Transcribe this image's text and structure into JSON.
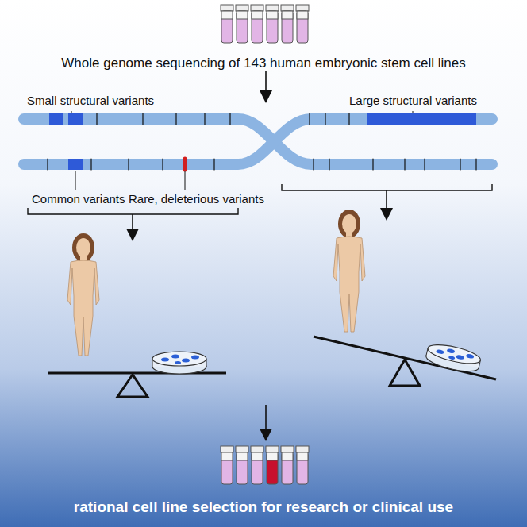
{
  "diagram": {
    "labels": [
      "Whole genome sequencing of 143 human embryonic stem cell lines",
      "Small structural variants",
      "Large structural variants",
      "Common variants",
      "Rare, deleterious variants",
      "rational cell line selection for research or clinical use"
    ]
  }
}
